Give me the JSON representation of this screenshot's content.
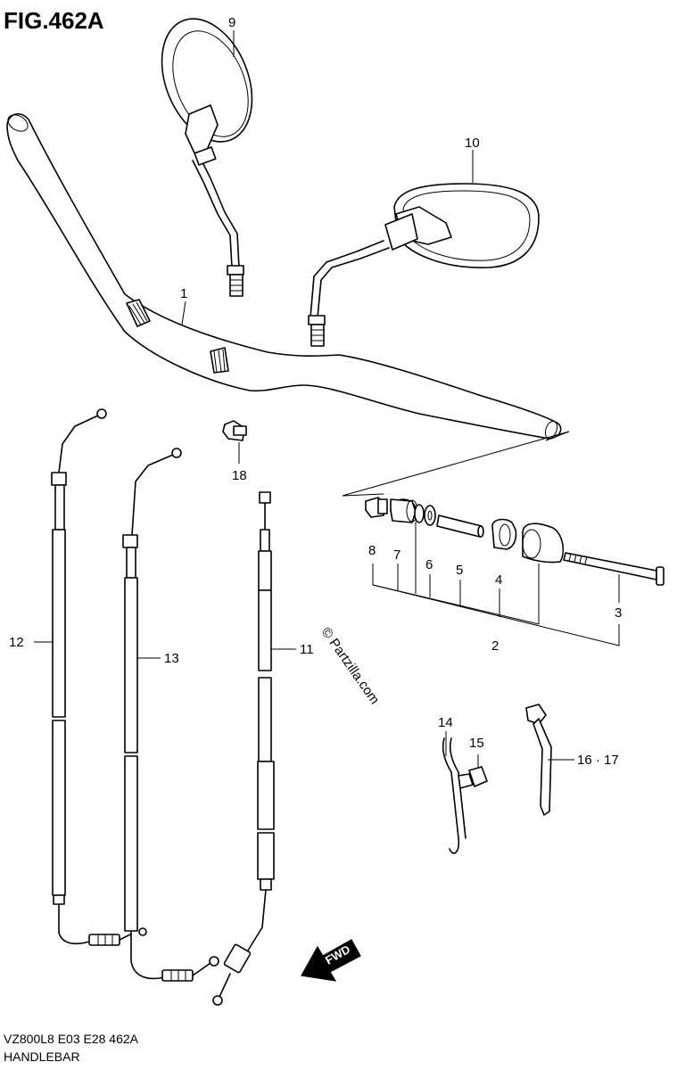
{
  "figure": {
    "title": "FIG.462A"
  },
  "footer": {
    "code": "VZ800L8  E03  E28  462A",
    "name": "HANDLEBAR"
  },
  "watermark": "© Partzilla.com",
  "fwd_label": "FWD",
  "callouts": {
    "c1": "1",
    "c2": "2",
    "c3": "3",
    "c4": "4",
    "c5": "5",
    "c6": "6",
    "c7": "7",
    "c8": "8",
    "c9": "9",
    "c10": "10",
    "c11": "11",
    "c12": "12",
    "c13": "13",
    "c14": "14",
    "c15": "15",
    "c1617": "16 · 17",
    "c18": "18"
  }
}
